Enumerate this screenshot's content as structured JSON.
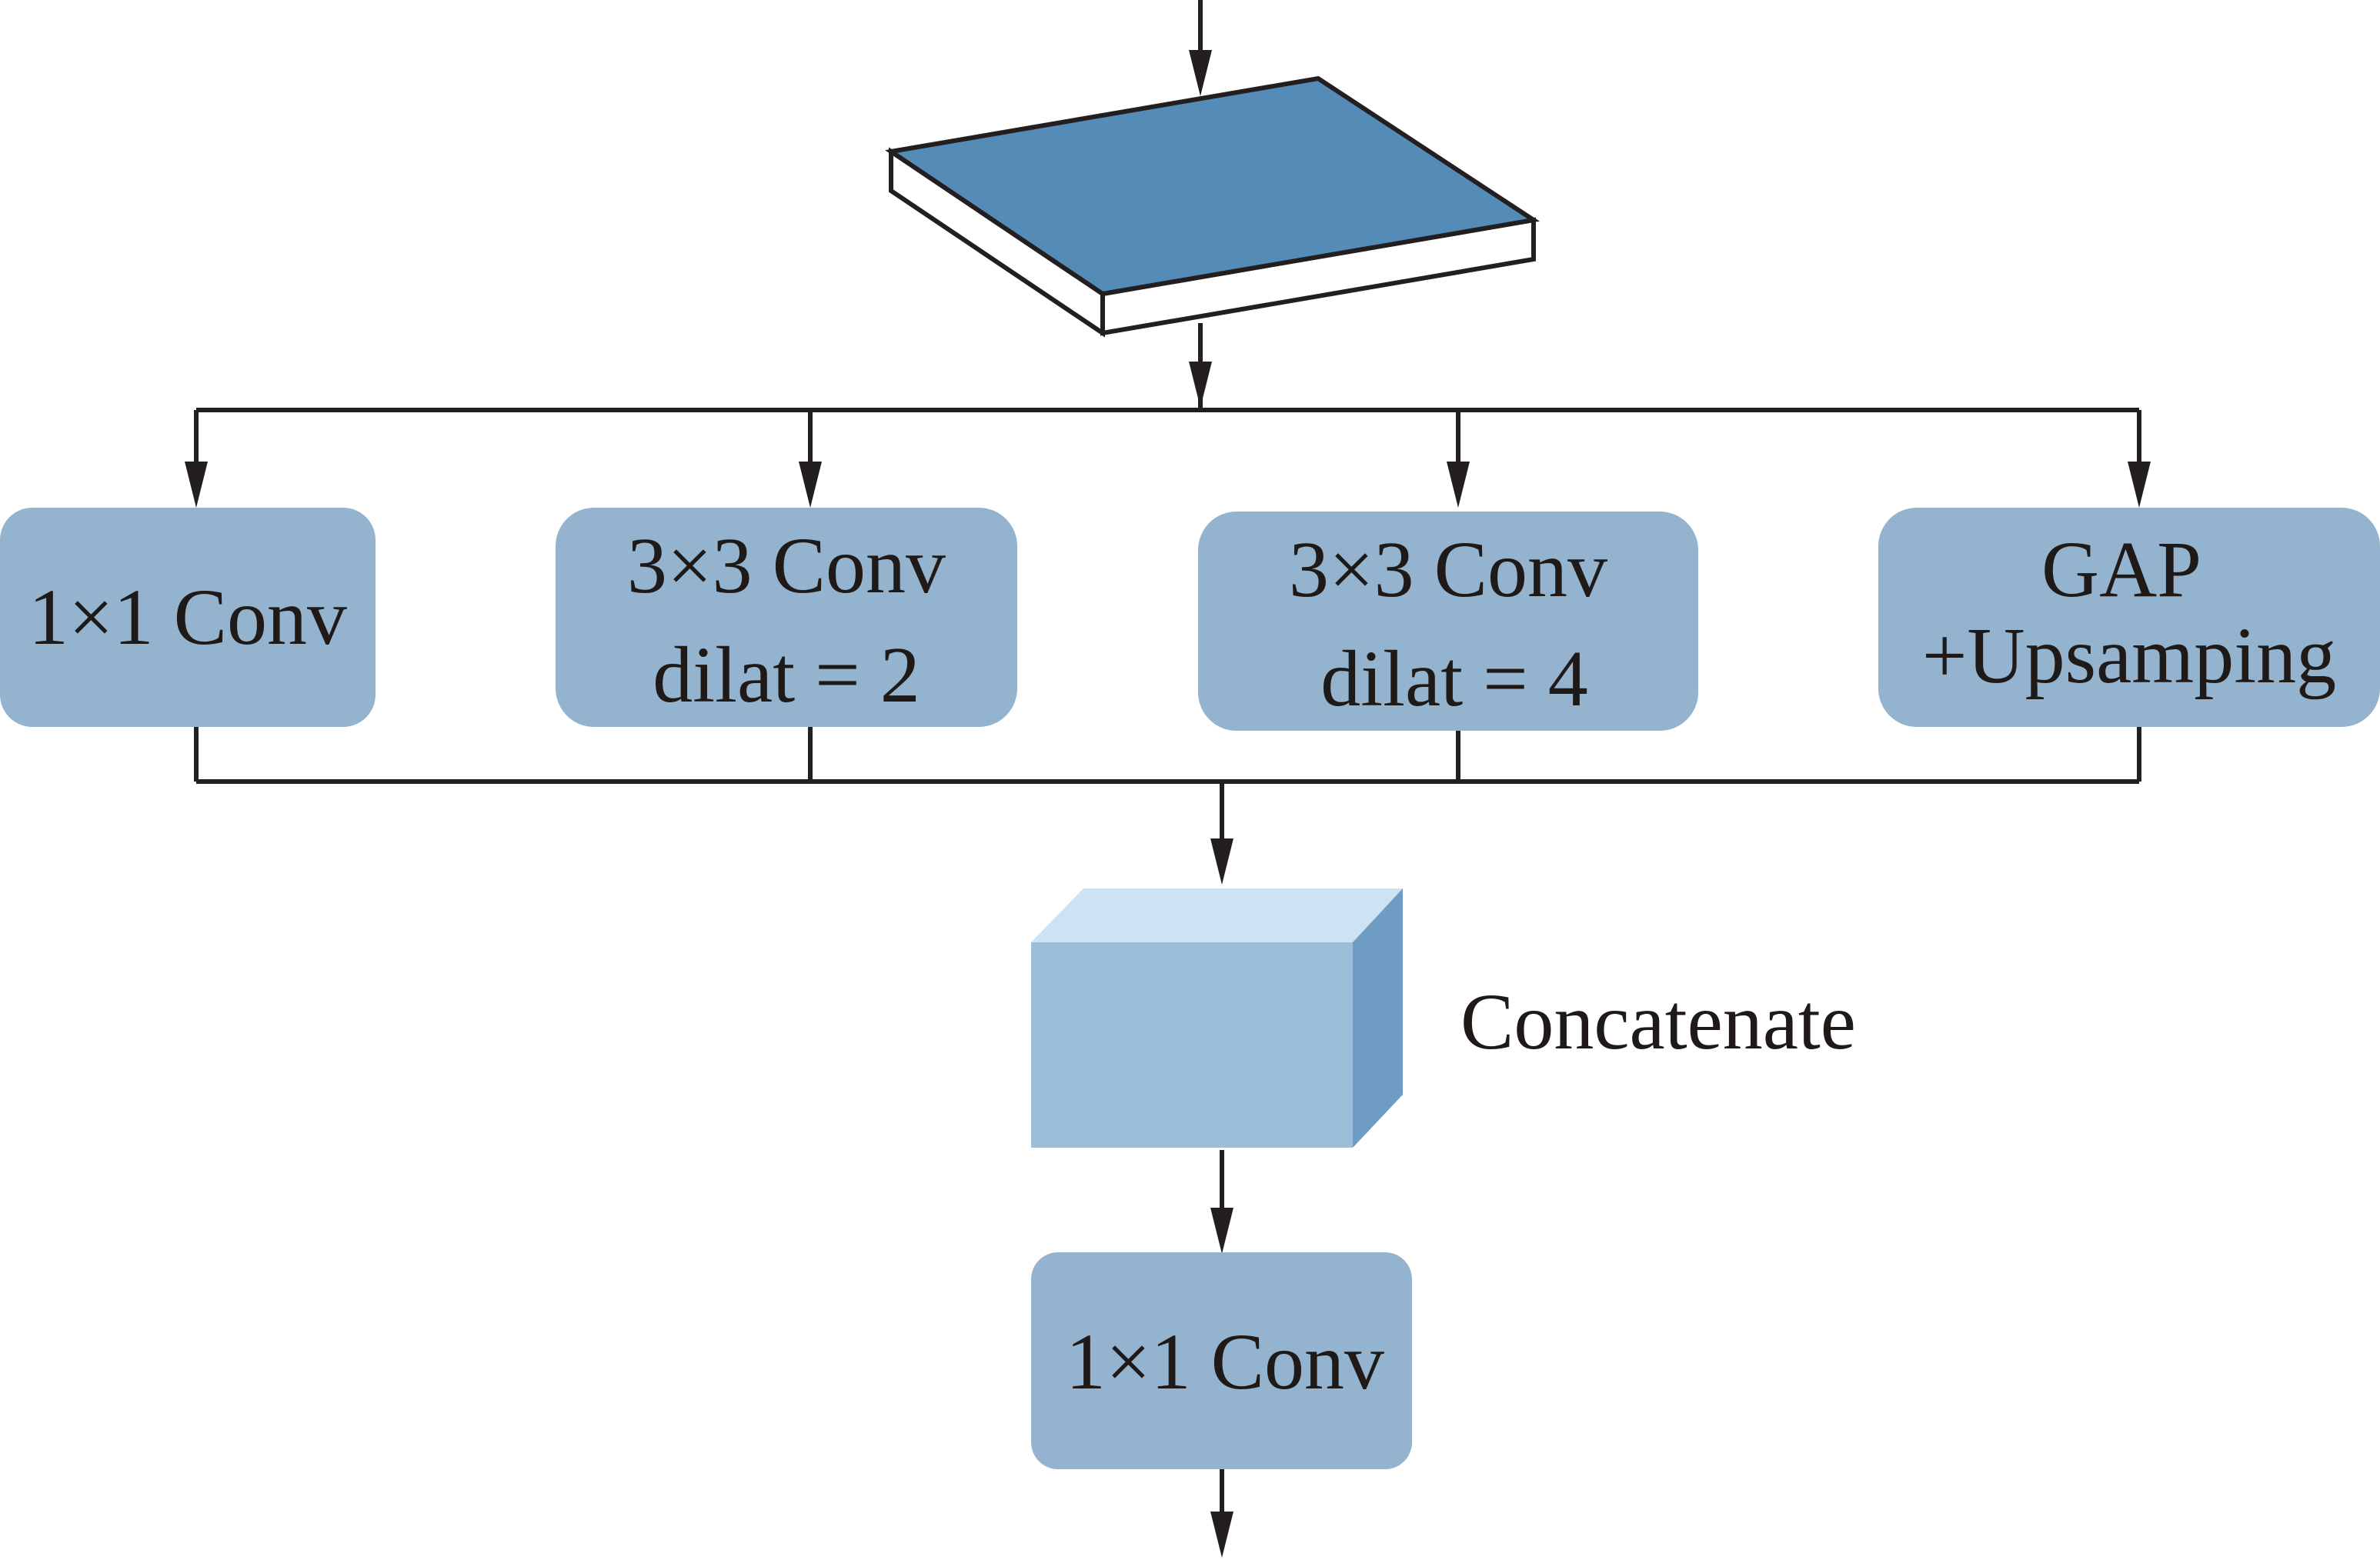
{
  "colors": {
    "slab_top": "#558bb7",
    "box_fill": "#93b3ce",
    "cube_front": "#9dbed9",
    "cube_top": "#cde2f2",
    "cube_side": "#6f9cc3",
    "line": "#231f20"
  },
  "branches": [
    {
      "line1": "1×1 Conv",
      "line2": ""
    },
    {
      "line1": "3×3 Conv",
      "line2": "dilat = 2"
    },
    {
      "line1": "3×3 Conv",
      "line2": "dilat = 4"
    },
    {
      "line1": "GAP",
      "line2": "+Upsamping"
    }
  ],
  "concat_label": "Concatenate",
  "final_conv_label": "1×1 Conv"
}
